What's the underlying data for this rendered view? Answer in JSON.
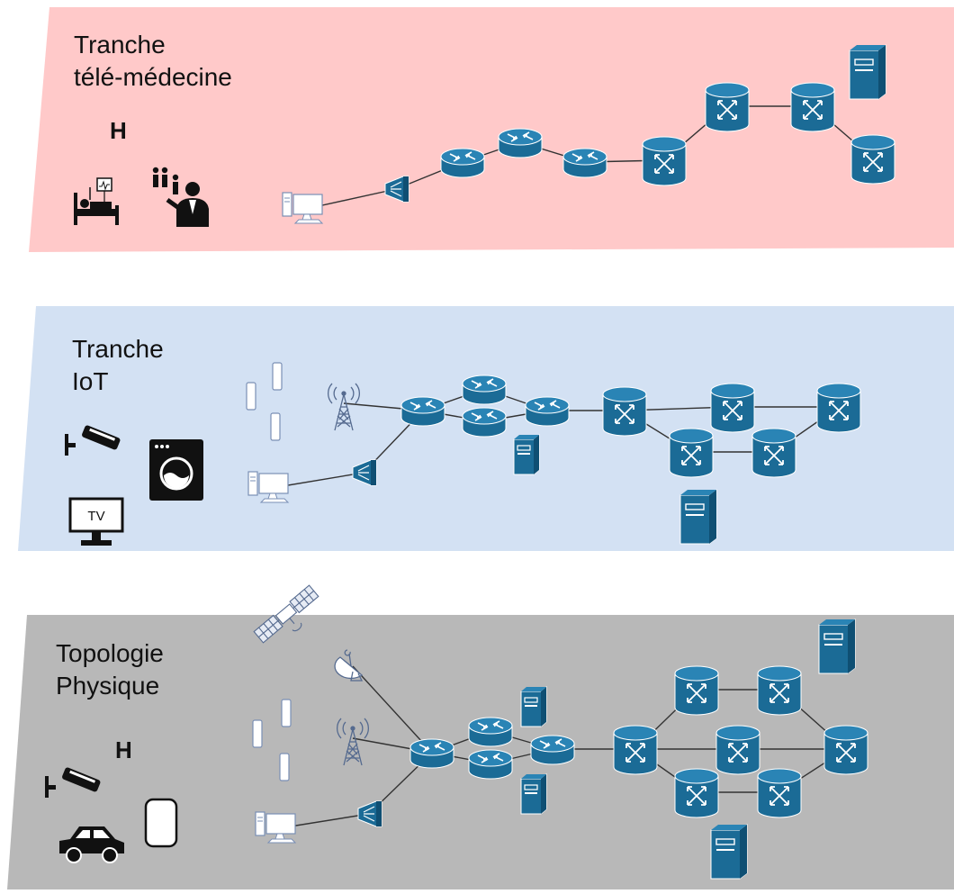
{
  "layers": [
    {
      "id": "telemedicine",
      "label": "Tranche\ntélé-médecine",
      "color": "#ffc9c9",
      "hospital_mark": "H"
    },
    {
      "id": "iot",
      "label": "Tranche\nIoT",
      "color": "#d3e1f3",
      "tv_label": "TV"
    },
    {
      "id": "physical",
      "label": "Topologie\nPhysique",
      "color": "#b8b8b8",
      "hospital_mark": "H"
    }
  ],
  "colors": {
    "device": "#1b6b96",
    "device_dark": "#0f4f73",
    "link": "#333333",
    "endpoint_outline": "#7a8fb5",
    "icon_black": "#111111"
  }
}
